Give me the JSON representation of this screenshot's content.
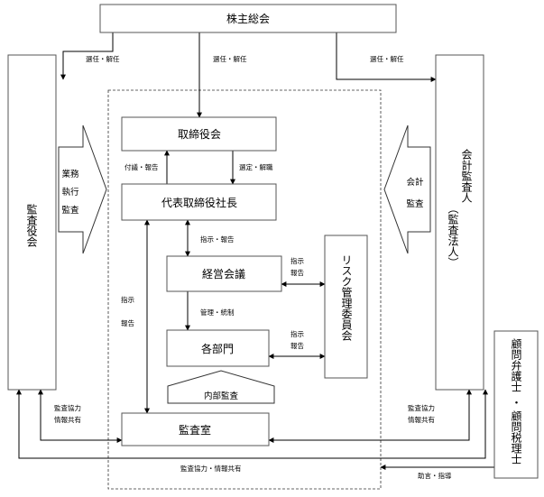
{
  "nodes": {
    "shareholders": "株主総会",
    "board": "取締役会",
    "ceo": "代表取締役社長",
    "mgmt_meeting": "経営会議",
    "departments": "各部門",
    "audit_office": "監査室",
    "kansayaku": "監査役会",
    "accounting_auditor_1": "会計監査人",
    "accounting_auditor_2": "（監査法人）",
    "risk_committee": "リスク管理委員会",
    "advisors_1": "顧問弁護士",
    "advisors_sep": "・",
    "advisors_2": "顧問税理士"
  },
  "arrow_labels": {
    "business_audit_1": "業務",
    "business_audit_2": "執行",
    "business_audit_3": "監査",
    "accounting_audit_1": "会計",
    "accounting_audit_2": "監査",
    "internal_audit": "内部監査"
  },
  "edge_labels": {
    "elect_left": "選任・解任",
    "elect_center": "選任・解任",
    "elect_right": "選任・解任",
    "proposal_report": "付議・報告",
    "select_dismiss": "選定・解職",
    "instruct_report_ceo": "指示・報告",
    "mgmt_control": "管理・統制",
    "instruct_report_left_1": "指示",
    "instruct_report_left_2": "報告",
    "risk_mgmt_1": "指示",
    "risk_mgmt_2": "報告",
    "risk_dept_1": "指示",
    "risk_dept_2": "報告",
    "coop_left_1": "監査協力",
    "coop_left_2": "情報共有",
    "coop_right_1": "監査協力",
    "coop_right_2": "情報共有",
    "coop_bottom": "監査協力・情報共有",
    "advice": "助言・指導"
  }
}
